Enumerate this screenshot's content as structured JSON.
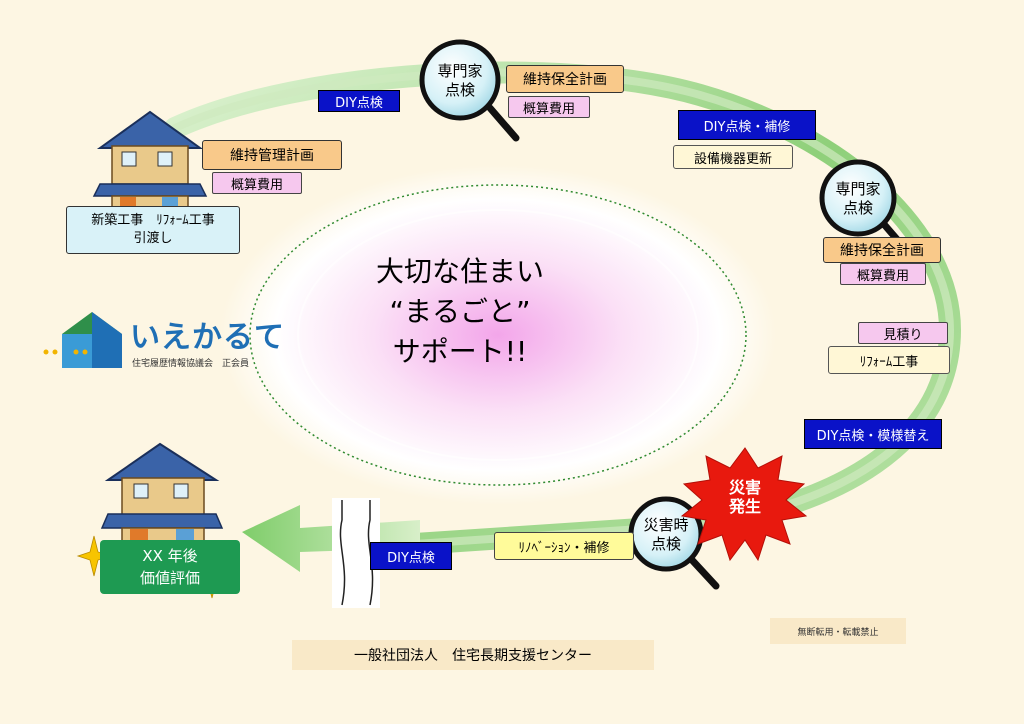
{
  "center": {
    "line1": "大切な住まい",
    "line2": "“まるごと”",
    "line3": "サポート!!"
  },
  "steps": {
    "diy_check_1": "DIY点検",
    "expert_check_1": "専門家\n点検",
    "maintenance_plan_1": "維持保全計画",
    "estimate_cost_1": "概算費用",
    "diy_check_repair": "DIY点検・補修",
    "equipment_update": "設備機器更新",
    "expert_check_2": "専門家\n点検",
    "maintenance_plan_2": "維持保全計画",
    "estimate_cost_2": "概算費用",
    "quote": "見積り",
    "reform_work_1": "ﾘﾌｫｰﾑ工事",
    "diy_check_remodel": "DIY点検・模様替え",
    "disaster": "災害\n発生",
    "disaster_check": "災害時\n点検",
    "renovation_repair": "ﾘﾉﾍﾞｰｼｮﾝ・補修",
    "diy_check_2": "DIY点検",
    "management_plan": "維持管理計画",
    "estimate_cost_3": "概算費用",
    "new_build_line1": "新築工事　ﾘﾌｫｰﾑ工事",
    "new_build_line2": "引渡し",
    "value_line1": "XX 年後",
    "value_line2": "価値評価"
  },
  "logo": {
    "name": "いえかるて",
    "subtitle": "住宅履歴情報協議会　正会員"
  },
  "footer": {
    "organization": "一般社団法人　住宅長期支援センター",
    "copyright": "無断転用・転載禁止"
  },
  "colors": {
    "background": "#fdf6e3",
    "arrow_green": "#8fd07a",
    "blue_label": "#0a12c8",
    "orange_label": "#f9c98a",
    "pink_label": "#f6c8ee",
    "value_green": "#1e9a52",
    "burst_red": "#e8190e"
  }
}
